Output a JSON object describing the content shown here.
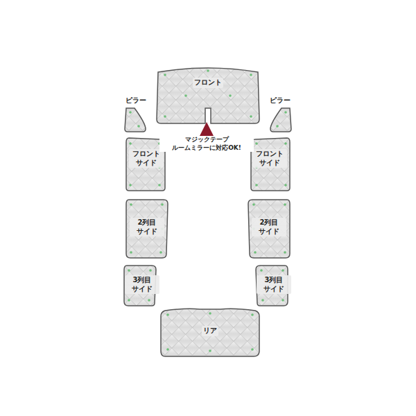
{
  "diagram": {
    "nodes": [
      {
        "text": [
          "フロント"
        ]
      },
      {
        "text": [
          "ピラー"
        ]
      },
      {
        "text": [
          "ピラー"
        ]
      },
      {
        "text": [
          "フロント サイド"
        ]
      },
      {
        "text": [
          "フロント サイド"
        ]
      },
      {
        "text": [
          "2列目 サイド"
        ]
      },
      {
        "text": [
          "2列目 サイド"
        ]
      },
      {
        "text": [
          "3列目 サイド"
        ]
      },
      {
        "text": [
          "3列目 サイド"
        ]
      },
      {
        "text": [
          "リア"
        ]
      }
    ],
    "labels": [
      "マジックテープ ルームミラーに対応OK!"
    ]
  }
}
